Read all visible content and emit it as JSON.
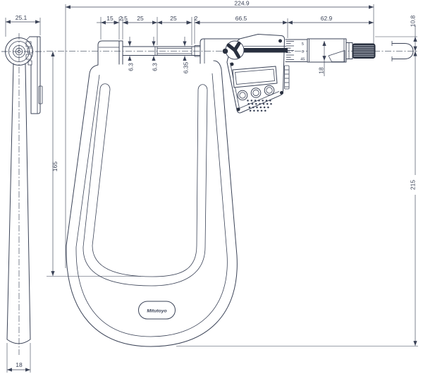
{
  "brand_label": "Mitutoyo",
  "colors": {
    "line": "#3b4357",
    "dark_fill": "#29303f",
    "background": "#ffffff"
  },
  "dimensions": {
    "overall_length": "224.9",
    "side_view_width": "25.1",
    "seg_15": "15",
    "seg_2_5": "2.5",
    "seg_25_a": "25",
    "seg_25_b": "25",
    "seg_2": "2",
    "head_span": "66.5",
    "thimble_span": "62.9",
    "top_offset": "10.8",
    "throat_depth": "165",
    "frame_height": "215",
    "thimble_diameter": "18",
    "handle_width": "18",
    "spindle_dia_a": "6.3",
    "spindle_dia_b": "6.3",
    "spindle_dia_c": "6.35"
  },
  "thimble_scale": {
    "top": "5",
    "middle": "0",
    "bottom": "45"
  }
}
